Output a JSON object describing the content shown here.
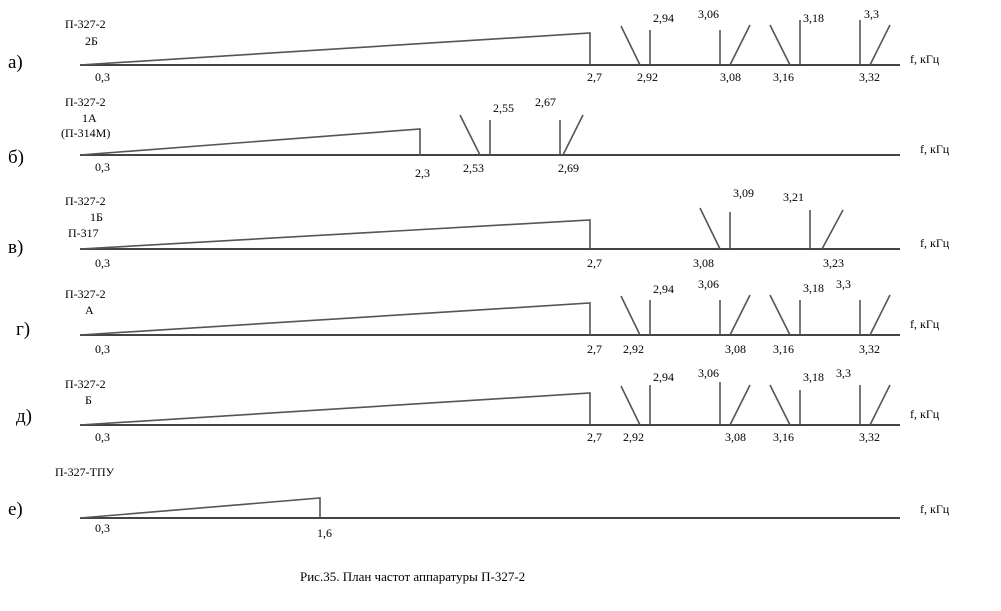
{
  "unit_label": "f, кГц",
  "caption": "Рис.35. План частот аппаратуры П-327-2",
  "panels": [
    {
      "letter": "а)",
      "title": [
        "П-327-2",
        "2Б"
      ],
      "below": [
        "0,3",
        "2,7",
        "2,92",
        "3,08",
        "3,16",
        "3,32"
      ],
      "above": [
        "2,94",
        "3,06",
        "3,18",
        "3,3"
      ]
    },
    {
      "letter": "б)",
      "title": [
        "П-327-2",
        "1А",
        "(П-314М)"
      ],
      "below": [
        "0,3",
        "2,3",
        "2,53",
        "2,69"
      ],
      "above": [
        "2,55",
        "2,67"
      ]
    },
    {
      "letter": "в)",
      "title": [
        "П-327-2",
        "1Б",
        "П-317"
      ],
      "below": [
        "0,3",
        "2,7",
        "3,08",
        "3,23"
      ],
      "above": [
        "3,09",
        "3,21"
      ]
    },
    {
      "letter": "г)",
      "title": [
        "П-327-2",
        "А"
      ],
      "below": [
        "0,3",
        "2,7",
        "2,92",
        "3,08",
        "3,16",
        "3,32"
      ],
      "above": [
        "2,94",
        "3,06",
        "3,18",
        "3,3"
      ]
    },
    {
      "letter": "д)",
      "title": [
        "П-327-2",
        "Б"
      ],
      "below": [
        "0,3",
        "2,7",
        "2,92",
        "3,08",
        "3,16",
        "3,32"
      ],
      "above": [
        "2,94",
        "3,06",
        "3,18",
        "3,3"
      ]
    },
    {
      "letter": "е)",
      "title": [
        "П-327-ТПУ"
      ],
      "below": [
        "0,3",
        "1,6"
      ],
      "above": []
    }
  ]
}
